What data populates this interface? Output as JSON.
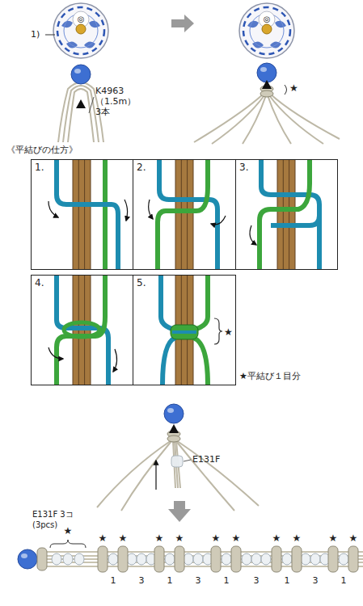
{
  "diagram": {
    "nodes": [
      {
        "text": [
          "1."
        ]
      },
      {
        "text": [
          "2."
        ]
      },
      {
        "text": [
          "3."
        ]
      },
      {
        "text": [
          "4."
        ]
      },
      {
        "text": [
          "5.",
          "★"
        ]
      }
    ],
    "labels": [
      "◎",
      "1)",
      "K4963 （1.5m）3本",
      "◎",
      "★",
      "《平結びの仕方》",
      "★平結び１目分",
      "E131F",
      "E131F 3コ(3pcs)",
      "★",
      "★",
      "★",
      "★",
      "★",
      "★",
      "★",
      "★",
      "★",
      "★",
      "★",
      "1",
      "3",
      "1",
      "3",
      "1",
      "3",
      "1",
      "3",
      "1"
    ]
  }
}
